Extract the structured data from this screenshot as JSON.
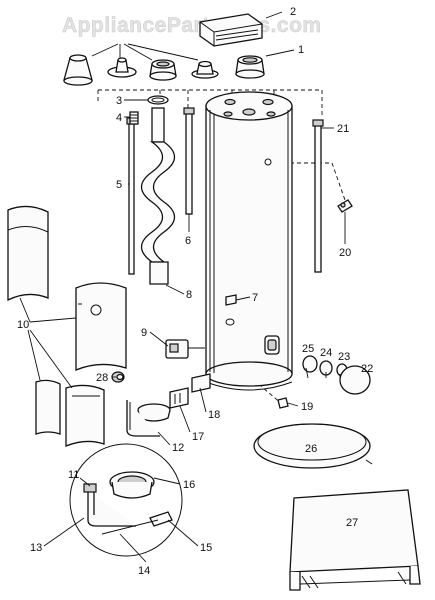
{
  "watermark": "AppliancePartsPros.com",
  "callouts": {
    "n1": "1",
    "n2": "2",
    "n3": "3",
    "n4": "4",
    "n5": "5",
    "n6": "6",
    "n7": "7",
    "n8": "8",
    "n9": "9",
    "n10": "10",
    "n11": "11",
    "n12": "12",
    "n13": "13",
    "n14": "14",
    "n15": "15",
    "n16": "16",
    "n17": "17",
    "n18": "18",
    "n19": "19",
    "n20": "20",
    "n21": "21",
    "n22": "22",
    "n23": "23",
    "n24": "24",
    "n25": "25",
    "n26": "26",
    "n27": "27",
    "n28": "28"
  }
}
